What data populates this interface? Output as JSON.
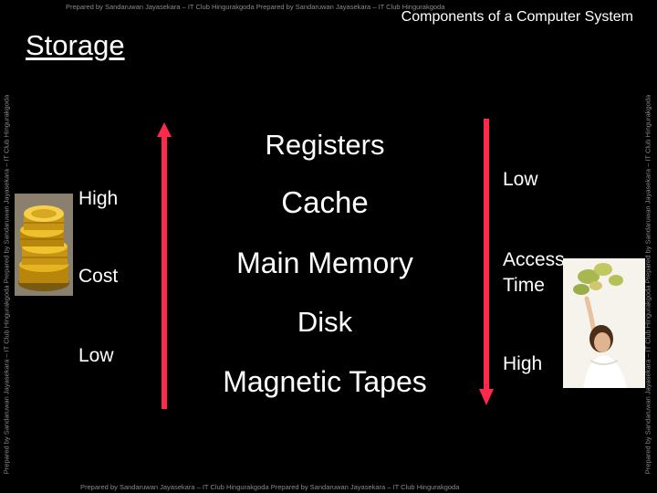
{
  "watermark": {
    "top": "Prepared by Sandaruwan Jayasekara – IT Club Hingurakgoda Prepared by Sandaruwan Jayasekara – IT Club Hingurakgoda",
    "bottom": "Prepared by Sandaruwan Jayasekara – IT Club Hingurakgoda Prepared by Sandaruwan Jayasekara – IT Club Hingurakgoda",
    "left": "Prepared by Sandaruwan Jayasekara – IT Club Hingurakgoda Prepared by Sandaruwan Jayasekara – IT Club Hingurakgoda",
    "right": "Prepared by Sandaruwan Jayasekara – IT Club Hingurakgoda Prepared by Sandaruwan Jayasekara – IT Club Hingurakgoda"
  },
  "header": {
    "title": "Components of a Computer System"
  },
  "slide": {
    "title": "Storage"
  },
  "hierarchy": [
    "Registers",
    "Cache",
    "Main Memory",
    "Disk",
    "Magnetic Tapes"
  ],
  "cost_scale": {
    "high": "High",
    "label": "Cost",
    "low": "Low"
  },
  "access_scale": {
    "low": "Low",
    "label": "Access Time",
    "high": "High"
  },
  "colors": {
    "arrow": "#ff2a4a",
    "background": "#000000",
    "text": "#ffffff"
  },
  "icons": {
    "cost": "gold-coins-icon",
    "access": "girl-reaching-photo-icon"
  }
}
